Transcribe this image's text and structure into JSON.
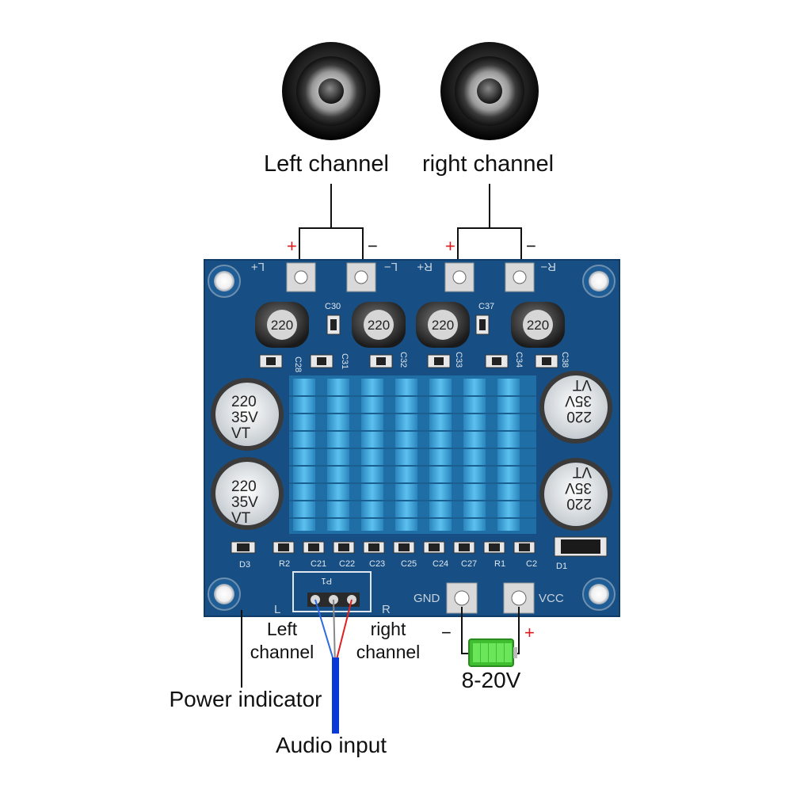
{
  "labels": {
    "left_channel_speaker": "Left channel",
    "right_channel_speaker": "right channel",
    "plus": "+",
    "minus": "−",
    "power_indicator": "Power indicator",
    "audio_input": "Audio input",
    "voltage": "8-20V",
    "input_left_line1": "Left",
    "input_left_line2": "channel",
    "input_right_line1": "right",
    "input_right_line2": "channel"
  },
  "pcb": {
    "terminals": [
      "L+",
      "L−",
      "R+",
      "R−"
    ],
    "gnd": "GND",
    "vcc": "VCC",
    "input_l": "L",
    "input_r": "R",
    "connector": "P1",
    "inductor_value": "220",
    "cap_line1": "220",
    "cap_line2": "35V",
    "cap_line3": "VT",
    "top_caps": [
      "C30",
      "C37"
    ],
    "row_caps": [
      "C28",
      "C31",
      "C32",
      "C33",
      "C34",
      "C38"
    ],
    "bottom_labels": [
      "R2",
      "C21",
      "C22",
      "C23",
      "C25",
      "C24",
      "C27",
      "R1",
      "C2"
    ],
    "d1": "D1",
    "d3": "D3"
  },
  "colors": {
    "pcb": "#174f84",
    "heatsink": "#3fa1d6",
    "battery": "#4bd33a",
    "plus": "#e01a1a",
    "audio_cable": "#0a3ad6"
  }
}
